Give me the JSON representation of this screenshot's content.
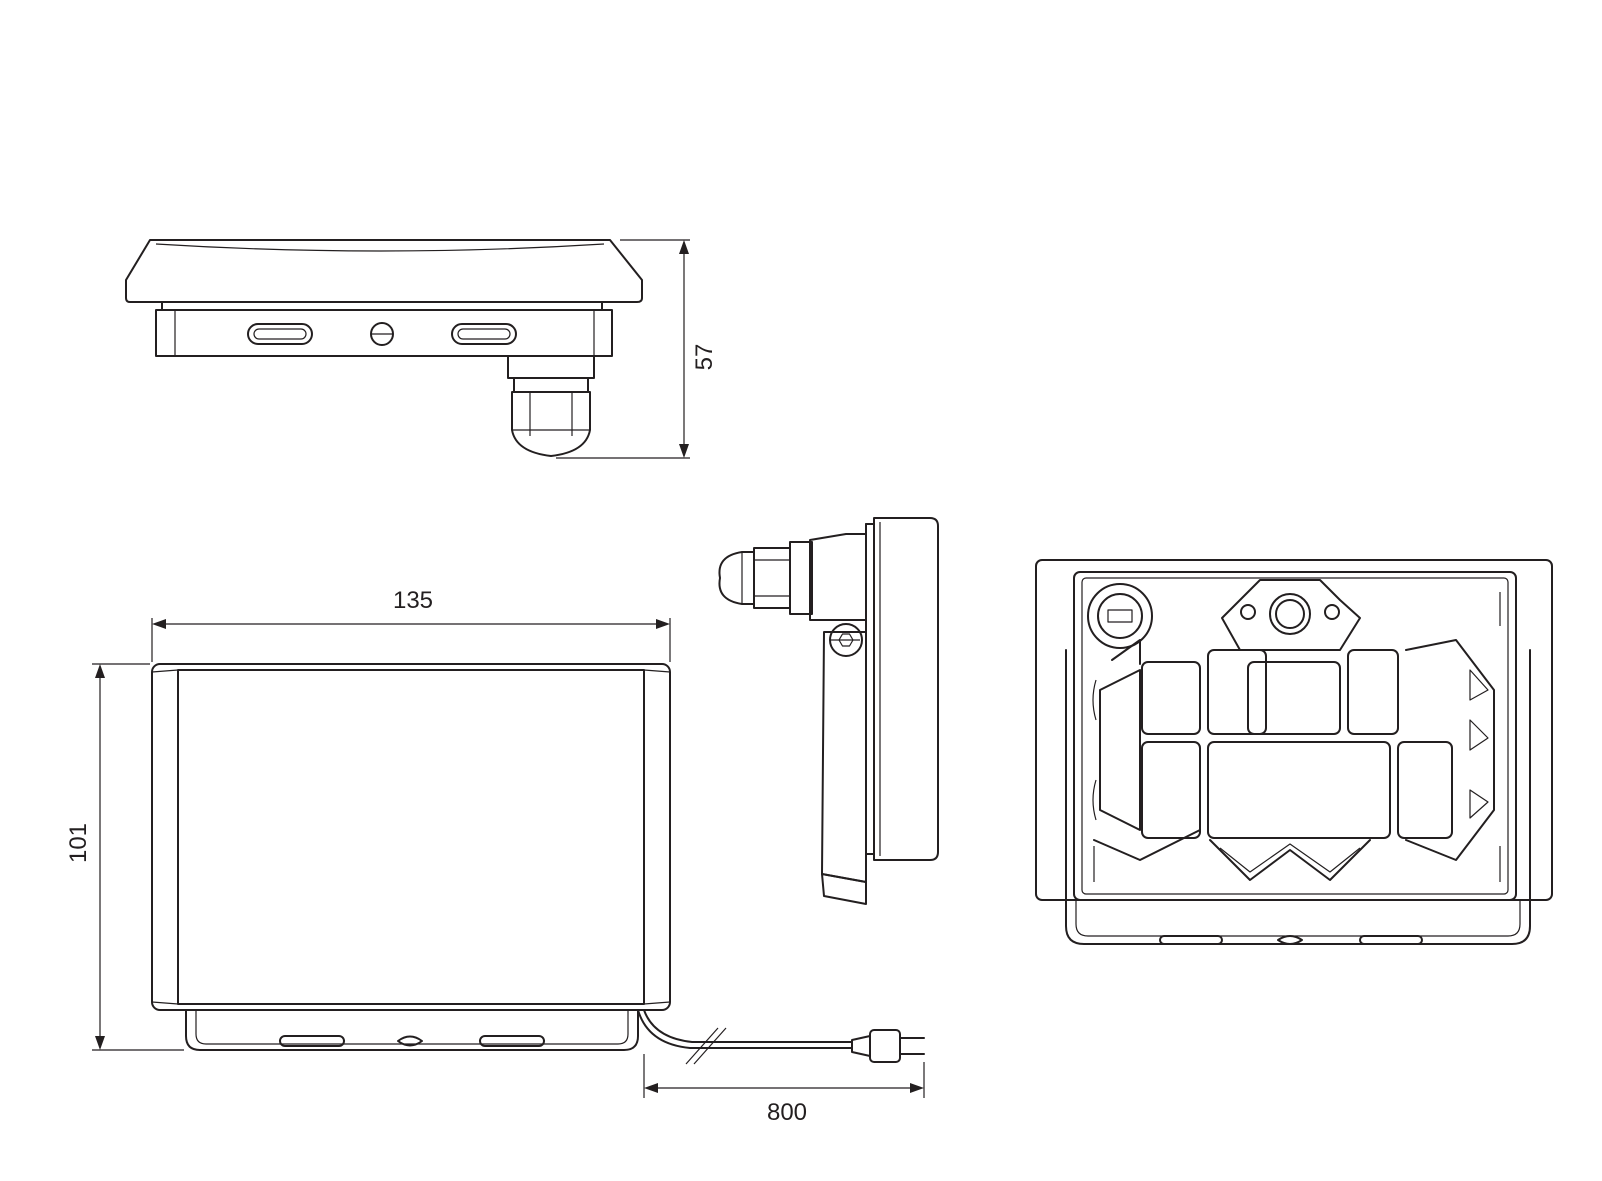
{
  "dimensions": {
    "height_side": "57",
    "width_front": "135",
    "height_front": "101",
    "cable_length": "800"
  },
  "colors": {
    "line": "#231f20",
    "background": "#ffffff"
  }
}
